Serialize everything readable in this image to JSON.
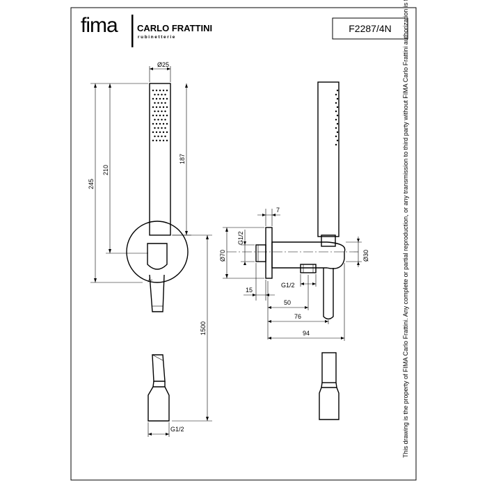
{
  "header": {
    "brand": "fima",
    "brand_sub": "CARLO FRATTINI",
    "brand_tagline": "rubinetterie",
    "code": "F2287/4N"
  },
  "front_view": {
    "dim_diameter_25": "Ø25",
    "dim_245": "245",
    "dim_210": "210",
    "dim_187": "187",
    "dim_1500": "1500",
    "dim_g12_bottom": "G1/2"
  },
  "side_view": {
    "dim_7": "7",
    "dim_g12_inlet": "G1/2",
    "dim_diameter_70": "Ø70",
    "dim_diameter_30": "Ø30",
    "dim_15": "15",
    "dim_g12_outlet": "G1/2",
    "dim_50": "50",
    "dim_76": "76",
    "dim_94": "94"
  },
  "disclaimer": "This drawing is the property of FIMA Carlo Frattini. Any complete or partial reproduction, or any transmission to third party without FIMA Carlo Frattini authorization is forbidden."
}
